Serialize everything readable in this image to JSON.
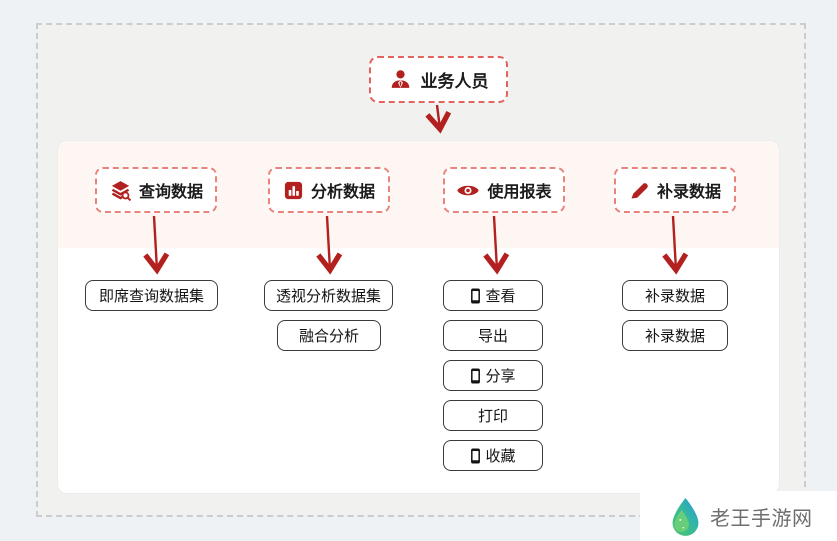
{
  "diagram": {
    "root": {
      "label": "业务人员",
      "icon": "person-icon"
    },
    "columns": [
      {
        "category": {
          "label": "查询数据",
          "icon": "layers-search-icon"
        },
        "items": [
          {
            "label": "即席查询数据集"
          }
        ]
      },
      {
        "category": {
          "label": "分析数据",
          "icon": "bar-chart-icon"
        },
        "items": [
          {
            "label": "透视分析数据集"
          },
          {
            "label": "融合分析"
          }
        ]
      },
      {
        "category": {
          "label": "使用报表",
          "icon": "eye-icon"
        },
        "items": [
          {
            "label": "查看",
            "icon": "phone-icon"
          },
          {
            "label": "导出"
          },
          {
            "label": "分享",
            "icon": "phone-icon"
          },
          {
            "label": "打印"
          },
          {
            "label": "收藏",
            "icon": "phone-icon"
          }
        ]
      },
      {
        "category": {
          "label": "补录数据",
          "icon": "pen-icon"
        },
        "items": [
          {
            "label": "补录数据"
          },
          {
            "label": "补录数据"
          }
        ]
      }
    ]
  },
  "watermark": {
    "text": "老王手游网",
    "logo": "water-drop-logo"
  },
  "colors": {
    "accent_red": "#b2211f",
    "root_dash_red": "#e4635c",
    "category_dash_red": "#ea837c",
    "item_border": "#3b3b3b",
    "band_pink": "#fdf6f3",
    "frame_gray": "#f1f1f0",
    "page_bg": "#eef2f5"
  }
}
